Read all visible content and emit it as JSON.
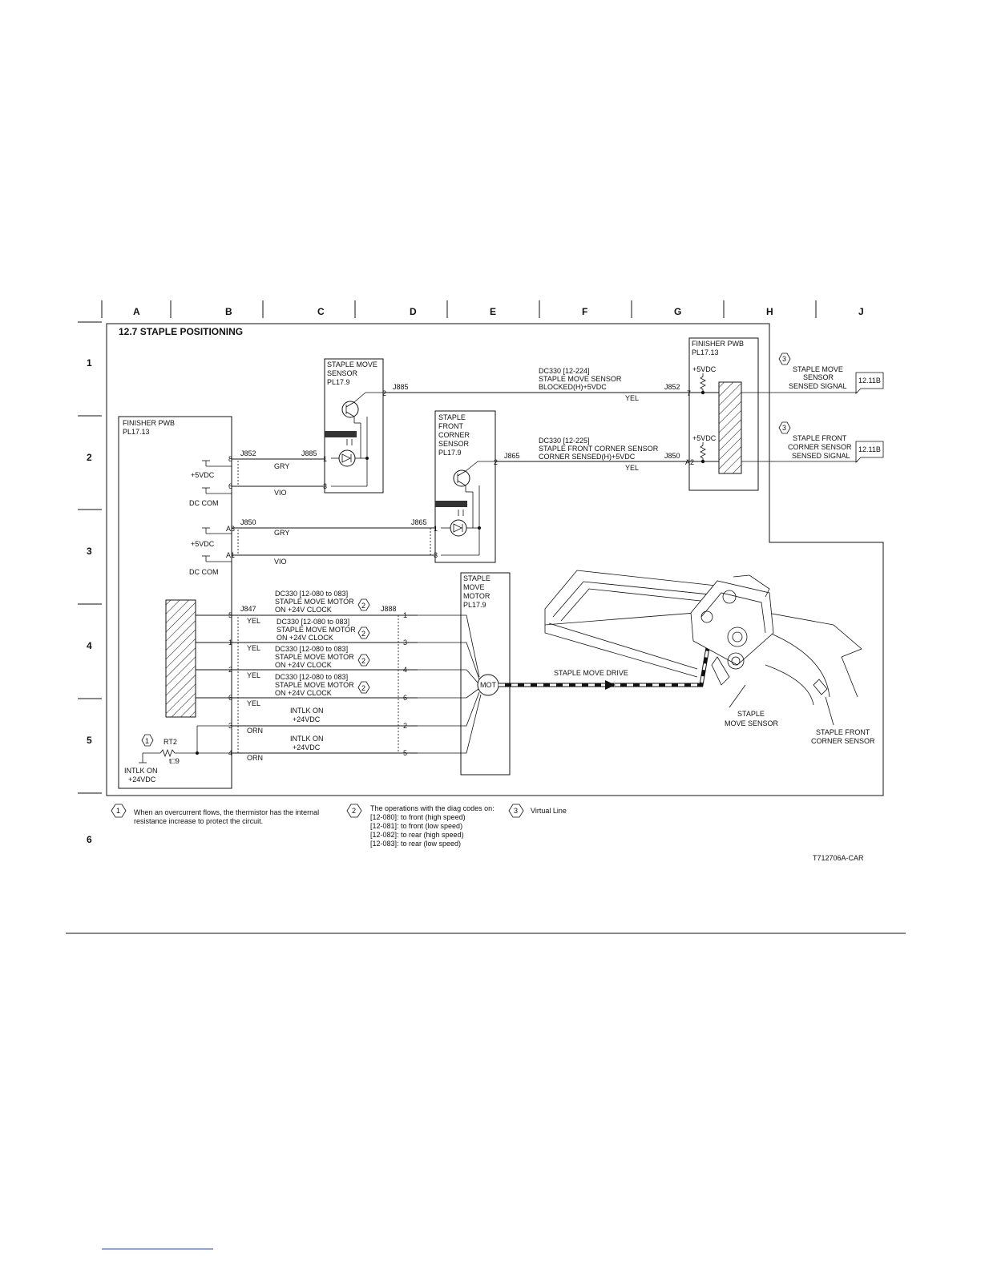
{
  "columns": [
    "A",
    "B",
    "C",
    "D",
    "E",
    "F",
    "G",
    "H",
    "J"
  ],
  "rows": [
    "1",
    "2",
    "3",
    "4",
    "5",
    "6"
  ],
  "title": "12.7 STAPLE POSITIONING",
  "finisher_pwb_left": {
    "name": "FINISHER PWB",
    "pl": "PL17.13"
  },
  "finisher_pwb_right": {
    "name": "FINISHER PWB",
    "pl": "PL17.13"
  },
  "staple_move_sensor": {
    "line1": "STAPLE MOVE",
    "line2": "SENSOR",
    "pl": "PL17.9",
    "pin_top": "2",
    "pin_mid": "1",
    "pin_bot": "3",
    "connector": "J885"
  },
  "staple_front_corner_sensor": {
    "line1": "STAPLE",
    "line2": "FRONT",
    "line3": "CORNER",
    "line4": "SENSOR",
    "pl": "PL17.9",
    "pin_top": "2",
    "pin_mid": "1",
    "pin_bot": "3",
    "connector": "J865"
  },
  "staple_move_motor": {
    "line1": "STAPLE",
    "line2": "MOVE",
    "line3": "MOTOR",
    "pl": "PL17.9",
    "symbol": "MOT"
  },
  "signal_1": {
    "code": "DC330 [12-224]",
    "desc1": "STAPLE MOVE SENSOR",
    "desc2": "BLOCKED(H)+5VDC",
    "wire": "YEL",
    "connector": "J852",
    "pin": "7",
    "voltage": "+5VDC",
    "out1": "STAPLE MOVE",
    "out2": "SENSOR",
    "out3": "SENSED SIGNAL",
    "ref": "12.11B",
    "note": "3"
  },
  "signal_2": {
    "code": "DC330 [12-225]",
    "desc1": "STAPLE FRONT CORNER SENSOR",
    "desc2": "CORNER SENSED(H)+5VDC",
    "wire": "YEL",
    "connector": "J850",
    "pin": "A2",
    "voltage": "+5VDC",
    "out1": "STAPLE FRONT",
    "out2": "CORNER SENSOR",
    "out3": "SENSED SIGNAL",
    "ref": "12.11B",
    "note": "3"
  },
  "left_power": {
    "row2_conn_a": "J852",
    "row2_conn_b": "J885",
    "pin8": "8",
    "pin6": "6",
    "gry": "GRY",
    "vio": "VIO",
    "v5": "+5VDC",
    "dccom": "DC COM",
    "row3_conn_a": "J850",
    "row3_conn_b": "J865",
    "pinA3": "A3",
    "pinA1": "A1",
    "gry2": "GRY",
    "vio2": "VIO",
    "v5b": "+5VDC",
    "dccom2": "DC COM"
  },
  "motor_lines": [
    {
      "lpin": "5",
      "wire": "YEL",
      "rpin": "1",
      "l1": "DC330 [12-080 to 083]",
      "l2": "STAPLE MOVE MOTOR",
      "l3": "ON +24V CLOCK",
      "note": "2"
    },
    {
      "lpin": "1",
      "wire": "YEL",
      "rpin": "3",
      "l1": "DC330 [12-080 to 083]",
      "l2": "STAPLE MOVE MOTOR",
      "l3": "ON +24V CLOCK",
      "note": "2"
    },
    {
      "lpin": "2",
      "wire": "YEL",
      "rpin": "4",
      "l1": "DC330 [12-080 to 083]",
      "l2": "STAPLE MOVE MOTOR",
      "l3": "ON +24V CLOCK",
      "note": "2"
    },
    {
      "lpin": "6",
      "wire": "YEL",
      "rpin": "6",
      "l1": "DC330 [12-080 to 083]",
      "l2": "STAPLE MOVE MOTOR",
      "l3": "ON +24V CLOCK",
      "note": "2"
    }
  ],
  "motor_conn_left": "J847",
  "motor_conn_right": "J888",
  "intlk_lines": [
    {
      "lpin": "3",
      "wire": "ORN",
      "rpin": "2",
      "l1": "INTLK ON",
      "l2": "+24VDC"
    },
    {
      "lpin": "4",
      "wire": "ORN",
      "rpin": "5",
      "l1": "INTLK ON",
      "l2": "+24VDC"
    }
  ],
  "thermistor": {
    "name": "RT2",
    "symbol": "t□9",
    "note": "1",
    "in1": "INTLK ON",
    "in2": "+24VDC"
  },
  "drive_label": "STAPLE MOVE DRIVE",
  "mech_label_1a": "STAPLE",
  "mech_label_1b": "MOVE SENSOR",
  "mech_label_2a": "STAPLE FRONT",
  "mech_label_2b": "CORNER SENSOR",
  "notes": {
    "n1": {
      "num": "1",
      "l1": "When an overcurrent flows, the thermistor has the internal",
      "l2": "resistance increase to protect the circuit."
    },
    "n2": {
      "num": "2",
      "l1": "The operations with the diag codes on:",
      "l2": "[12-080]: to front (high speed)",
      "l3": "[12-081]: to front (low speed)",
      "l4": "[12-082]: to rear (high speed)",
      "l5": "[12-083]: to rear (low speed)"
    },
    "n3": {
      "num": "3",
      "l1": "Virtual Line"
    }
  },
  "figure_id": "T712706A-CAR"
}
